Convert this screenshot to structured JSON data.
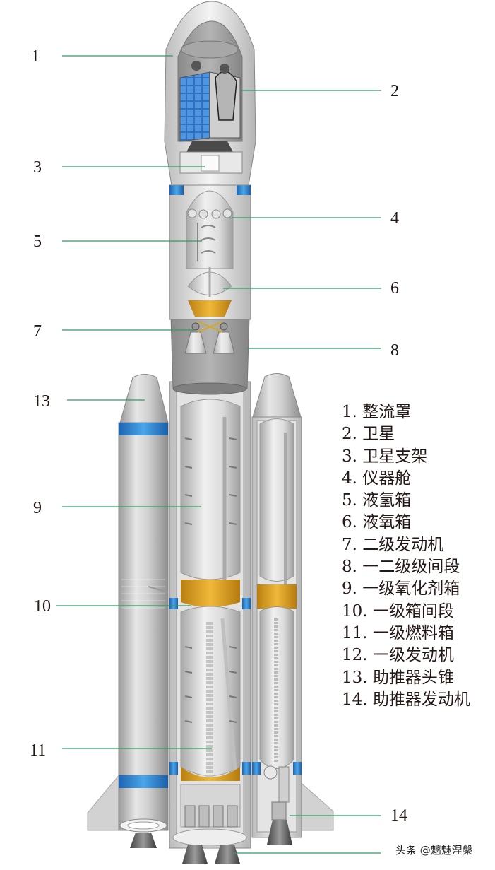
{
  "diagram": {
    "type": "labeled-cutaway",
    "subject": "Launch vehicle with two strap-on boosters",
    "leader_color": "#2e9a63",
    "colors": {
      "body_grey": "#c8c8c8",
      "dark_grey": "#8c8c8c",
      "blue_band": "#2f8fd8",
      "gold_ring": "#e0a526",
      "solar_panel": "#3b7fd0"
    },
    "callouts": [
      {
        "id": "1",
        "label": "1",
        "side": "left"
      },
      {
        "id": "2",
        "label": "2",
        "side": "right"
      },
      {
        "id": "3",
        "label": "3",
        "side": "left"
      },
      {
        "id": "4",
        "label": "4",
        "side": "right"
      },
      {
        "id": "5",
        "label": "5",
        "side": "left"
      },
      {
        "id": "6",
        "label": "6",
        "side": "right"
      },
      {
        "id": "7",
        "label": "7",
        "side": "left"
      },
      {
        "id": "8",
        "label": "8",
        "side": "right"
      },
      {
        "id": "13",
        "label": "13",
        "side": "left"
      },
      {
        "id": "9",
        "label": "9",
        "side": "left"
      },
      {
        "id": "10",
        "label": "10",
        "side": "left"
      },
      {
        "id": "11",
        "label": "11",
        "side": "left"
      },
      {
        "id": "14",
        "label": "14",
        "side": "right"
      }
    ]
  },
  "legend": {
    "items": [
      {
        "num": "1.",
        "text": "整流罩"
      },
      {
        "num": "2.",
        "text": "卫星"
      },
      {
        "num": "3.",
        "text": "卫星支架"
      },
      {
        "num": "4.",
        "text": "仪器舱"
      },
      {
        "num": "5.",
        "text": "液氢箱"
      },
      {
        "num": "6.",
        "text": "液氧箱"
      },
      {
        "num": "7.",
        "text": "二级发动机"
      },
      {
        "num": "8.",
        "text": "一二级级间段"
      },
      {
        "num": "9.",
        "text": "一级氧化剂箱"
      },
      {
        "num": "10.",
        "text": "一级箱间段"
      },
      {
        "num": "11.",
        "text": "一级燃料箱"
      },
      {
        "num": "12.",
        "text": "一级发动机"
      },
      {
        "num": "13.",
        "text": "助推器头锥"
      },
      {
        "num": "14.",
        "text": "助推器发动机"
      }
    ]
  },
  "watermark": "头条 @魑魅涅槃"
}
